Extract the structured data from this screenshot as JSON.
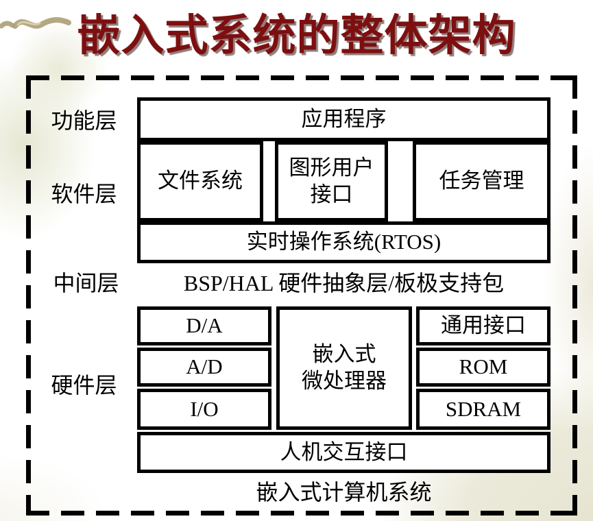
{
  "title": "嵌入式系统的整体架构",
  "layers": {
    "function": "功能层",
    "software": "软件层",
    "middle": "中间层",
    "hardware": "硬件层"
  },
  "software_layer": {
    "application": "应用程序",
    "file_system": "文件系统",
    "gui_line1": "图形用户",
    "gui_line2": "接口",
    "task_management": "任务管理",
    "rtos": "实时操作系统(RTOS)"
  },
  "middle_layer": {
    "bsp_hal": "BSP/HAL 硬件抽象层/板极支持包"
  },
  "hardware_layer": {
    "da": "D/A",
    "ad": "A/D",
    "io": "I/O",
    "mpu_line1": "嵌入式",
    "mpu_line2": "微处理器",
    "general_interface": "通用接口",
    "rom": "ROM",
    "sdram": "SDRAM",
    "hmi": "人机交互接口"
  },
  "caption": "嵌入式计算机系统",
  "colors": {
    "title_color": "#7d0f10",
    "line_color": "#000000",
    "box_background": "#ffffff",
    "page_tint": "#e5e3ce"
  }
}
